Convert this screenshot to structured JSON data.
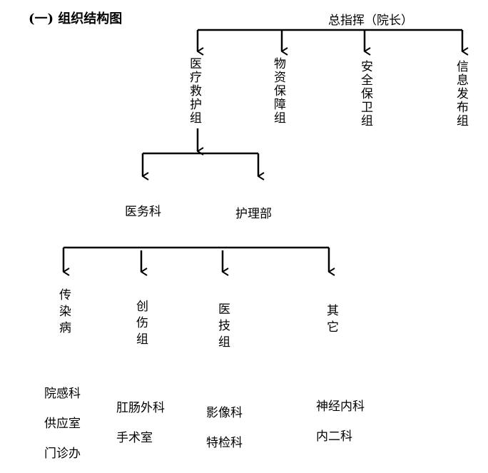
{
  "title": "(一) 组织结构图",
  "top": {
    "label": "总指挥（院长）",
    "groups": [
      "医疗救护组",
      "物资保障组",
      "安全保卫组",
      "信息发布组"
    ]
  },
  "medical": {
    "units": [
      "医务科",
      "护理部"
    ]
  },
  "subgroups": [
    {
      "name": "传染病",
      "members": [
        "院感科",
        "供应室",
        "门诊办"
      ]
    },
    {
      "name": "创伤组",
      "members": [
        "肛肠外科",
        "手术室"
      ]
    },
    {
      "name": "医技组",
      "members": [
        "影像科",
        "特检科"
      ]
    },
    {
      "name": "其它",
      "members": [
        "神经内科",
        "内二科"
      ]
    }
  ]
}
